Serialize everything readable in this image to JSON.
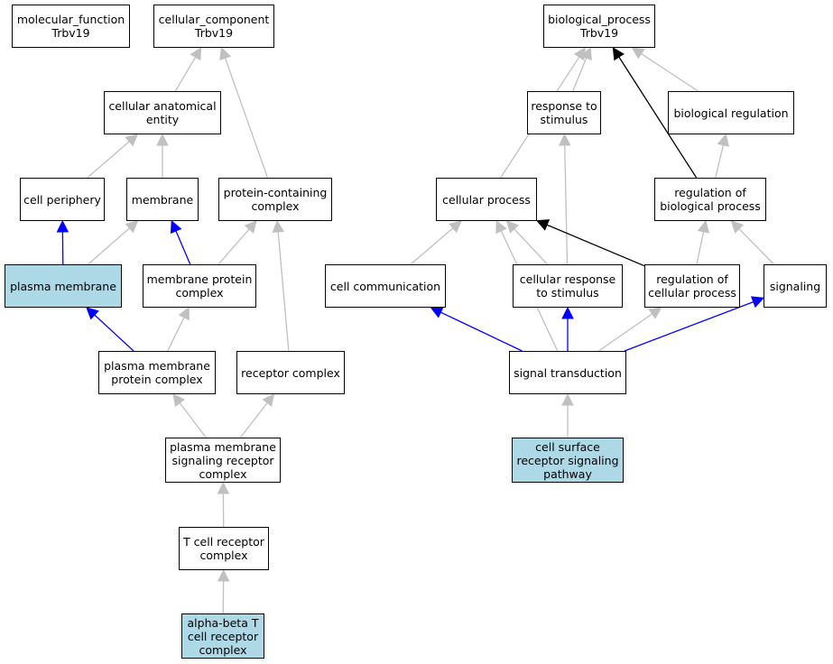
{
  "colors": {
    "highlight": "#add8e6",
    "edge_gray": "#c0c0c0",
    "edge_blue": "#0000ff",
    "edge_black": "#000000"
  },
  "nodes": {
    "mf": {
      "lines": [
        "molecular_function",
        "Trbv19"
      ],
      "highlight": false
    },
    "cc": {
      "lines": [
        "cellular_component",
        "Trbv19"
      ],
      "highlight": false
    },
    "cae": {
      "lines": [
        "cellular anatomical",
        "entity"
      ],
      "highlight": false
    },
    "cp": {
      "lines": [
        "cell periphery"
      ],
      "highlight": false
    },
    "mem": {
      "lines": [
        "membrane"
      ],
      "highlight": false
    },
    "pcc": {
      "lines": [
        "protein-containing",
        "complex"
      ],
      "highlight": false
    },
    "pm": {
      "lines": [
        "plasma membrane"
      ],
      "highlight": true
    },
    "mpc": {
      "lines": [
        "membrane protein",
        "complex"
      ],
      "highlight": false
    },
    "pmpc": {
      "lines": [
        "plasma membrane",
        "protein complex"
      ],
      "highlight": false
    },
    "rc": {
      "lines": [
        "receptor complex"
      ],
      "highlight": false
    },
    "pmsrc": {
      "lines": [
        "plasma membrane",
        "signaling receptor",
        "complex"
      ],
      "highlight": false
    },
    "tcr": {
      "lines": [
        "T cell receptor",
        "complex"
      ],
      "highlight": false
    },
    "abt": {
      "lines": [
        "alpha-beta T",
        "cell receptor",
        "complex"
      ],
      "highlight": true
    },
    "bp": {
      "lines": [
        "biological_process",
        "Trbv19"
      ],
      "highlight": false
    },
    "rts": {
      "lines": [
        "response to",
        "stimulus"
      ],
      "highlight": false
    },
    "breg": {
      "lines": [
        "biological regulation"
      ],
      "highlight": false
    },
    "cproc": {
      "lines": [
        "cellular process"
      ],
      "highlight": false
    },
    "rbp": {
      "lines": [
        "regulation of",
        "biological process"
      ],
      "highlight": false
    },
    "ccom": {
      "lines": [
        "cell communication"
      ],
      "highlight": false
    },
    "crs": {
      "lines": [
        "cellular response",
        "to stimulus"
      ],
      "highlight": false
    },
    "rcp": {
      "lines": [
        "regulation of",
        "cellular process"
      ],
      "highlight": false
    },
    "sig": {
      "lines": [
        "signaling"
      ],
      "highlight": false
    },
    "st": {
      "lines": [
        "signal transduction"
      ],
      "highlight": false
    },
    "csrsp": {
      "lines": [
        "cell surface",
        "receptor signaling",
        "pathway"
      ],
      "highlight": true
    }
  },
  "edges": [
    {
      "from": "cae",
      "to": "cc",
      "color": "gray"
    },
    {
      "from": "pcc",
      "to": "cc",
      "color": "gray"
    },
    {
      "from": "cp",
      "to": "cae",
      "color": "gray"
    },
    {
      "from": "mem",
      "to": "cae",
      "color": "gray"
    },
    {
      "from": "pm",
      "to": "cp",
      "color": "blue"
    },
    {
      "from": "pm",
      "to": "mem",
      "color": "gray"
    },
    {
      "from": "mpc",
      "to": "mem",
      "color": "blue"
    },
    {
      "from": "mpc",
      "to": "pcc",
      "color": "gray"
    },
    {
      "from": "pmpc",
      "to": "pm",
      "color": "blue"
    },
    {
      "from": "pmpc",
      "to": "mpc",
      "color": "gray"
    },
    {
      "from": "rc",
      "to": "pcc",
      "color": "gray"
    },
    {
      "from": "pmsrc",
      "to": "pmpc",
      "color": "gray"
    },
    {
      "from": "pmsrc",
      "to": "rc",
      "color": "gray"
    },
    {
      "from": "tcr",
      "to": "pmsrc",
      "color": "gray"
    },
    {
      "from": "abt",
      "to": "tcr",
      "color": "gray"
    },
    {
      "from": "cproc",
      "to": "bp",
      "color": "gray"
    },
    {
      "from": "rts",
      "to": "bp",
      "color": "gray"
    },
    {
      "from": "rbp",
      "to": "bp",
      "color": "black"
    },
    {
      "from": "breg",
      "to": "bp",
      "color": "gray"
    },
    {
      "from": "rbp",
      "to": "breg",
      "color": "gray"
    },
    {
      "from": "crs",
      "to": "rts",
      "color": "gray"
    },
    {
      "from": "ccom",
      "to": "cproc",
      "color": "gray"
    },
    {
      "from": "st",
      "to": "cproc",
      "color": "gray"
    },
    {
      "from": "crs",
      "to": "cproc",
      "color": "gray"
    },
    {
      "from": "rcp",
      "to": "cproc",
      "color": "black"
    },
    {
      "from": "rcp",
      "to": "rbp",
      "color": "gray"
    },
    {
      "from": "sig",
      "to": "rbp",
      "color": "gray"
    },
    {
      "from": "st",
      "to": "ccom",
      "color": "blue"
    },
    {
      "from": "st",
      "to": "crs",
      "color": "blue"
    },
    {
      "from": "st",
      "to": "rcp",
      "color": "gray"
    },
    {
      "from": "st",
      "to": "sig",
      "color": "blue"
    },
    {
      "from": "csrsp",
      "to": "st",
      "color": "gray"
    }
  ]
}
